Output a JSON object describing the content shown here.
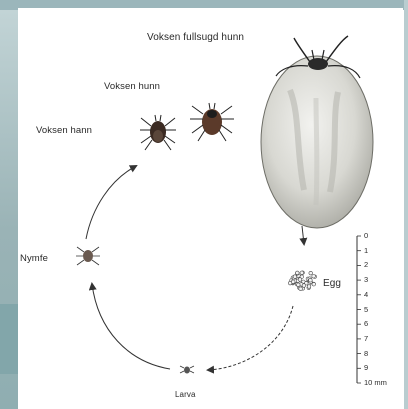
{
  "labels": {
    "engorged_female": "Voksen fullsugd hunn",
    "adult_female": "Voksen hunn",
    "adult_male": "Voksen hann",
    "nymph": "Nymfe",
    "egg": "Egg",
    "larva": "Larva"
  },
  "scale": {
    "ticks": [
      "0",
      "1",
      "2",
      "3",
      "4",
      "5",
      "6",
      "7",
      "8",
      "9",
      "10 mm"
    ]
  }
}
